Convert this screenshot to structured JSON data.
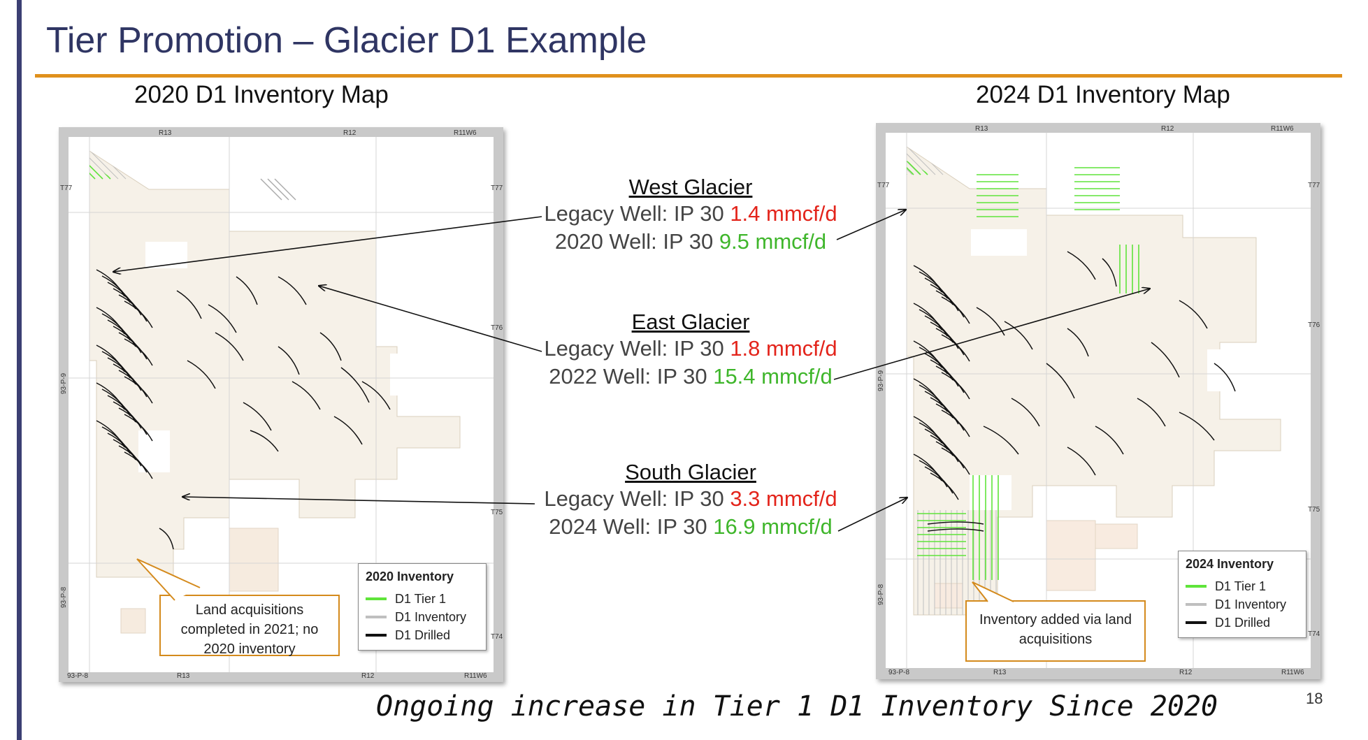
{
  "title": "Tier Promotion – Glacier D1 Example",
  "footer": "Ongoing increase in Tier 1 D1 Inventory Since 2020",
  "page_number": "18",
  "colors": {
    "title": "#2f3563",
    "rule": "#e0901c",
    "tier1": "#5fe43a",
    "inventory": "#bfbfbf",
    "drilled": "#111111",
    "legacy_value": "#e3241b",
    "new_value": "#3fb62b",
    "land": "#f6f1e8"
  },
  "map_2020": {
    "heading": "2020 D1 Inventory Map",
    "grid_top": [
      "R13",
      "R12",
      "R11W6"
    ],
    "grid_bottom": [
      "93-P-8",
      "R13",
      "R12",
      "R11W6"
    ],
    "grid_right": [
      "T77",
      "T76",
      "T75",
      "T74"
    ],
    "grid_left_top": "T77",
    "grid_left_vertical": [
      "93-P-9",
      "93-P-8"
    ],
    "legend": {
      "title": "2020 Inventory",
      "items": [
        "D1 Tier 1",
        "D1 Inventory",
        "D1 Drilled"
      ]
    },
    "callout": "Land acquisitions completed in 2021; no 2020 inventory"
  },
  "map_2024": {
    "heading": "2024 D1 Inventory Map",
    "grid_top": [
      "R13",
      "R12",
      "R11W6"
    ],
    "grid_bottom": [
      "93-P-8",
      "R13",
      "R12",
      "R11W6"
    ],
    "grid_right": [
      "T77",
      "T76",
      "T75",
      "T74"
    ],
    "grid_left_top": "T77",
    "grid_left_vertical": [
      "93-P-9",
      "93-P-8"
    ],
    "legend": {
      "title": "2024 Inventory",
      "items": [
        "D1 Tier 1",
        "D1 Inventory",
        "D1 Drilled"
      ]
    },
    "callout": "Inventory added via land acquisitions"
  },
  "wells": [
    {
      "name": "West Glacier",
      "legacy_prefix": "Legacy Well: IP 30",
      "legacy_value": "1.4 mmcf/d",
      "new_prefix": "2020 Well: IP 30",
      "new_value": "9.5 mmcf/d"
    },
    {
      "name": "East Glacier",
      "legacy_prefix": "Legacy Well: IP 30",
      "legacy_value": "1.8 mmcf/d",
      "new_prefix": "2022 Well: IP 30",
      "new_value": "15.4 mmcf/d"
    },
    {
      "name": "South Glacier",
      "legacy_prefix": "Legacy Well: IP 30",
      "legacy_value": "3.3 mmcf/d",
      "new_prefix": "2024 Well: IP 30",
      "new_value": "16.9 mmcf/d"
    }
  ]
}
